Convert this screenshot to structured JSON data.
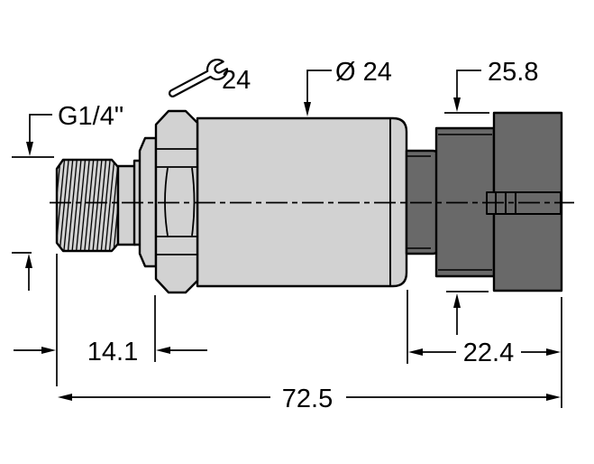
{
  "drawing": {
    "type": "technical-dimension-drawing",
    "subject": "pressure-transmitter-side-view",
    "labels": {
      "port_thread": "G1/4\"",
      "wrench_size": "24",
      "body_diameter": "Ø 24",
      "connector_height": "25.8",
      "thread_length": "14.1",
      "connector_length": "22.4",
      "overall_length": "72.5"
    },
    "icons": {
      "wrench": "open-end-wrench-icon"
    },
    "colors": {
      "background": "#ffffff",
      "body_fill": "#d2d2d2",
      "connector_fill": "#696969",
      "line": "#000000"
    }
  }
}
